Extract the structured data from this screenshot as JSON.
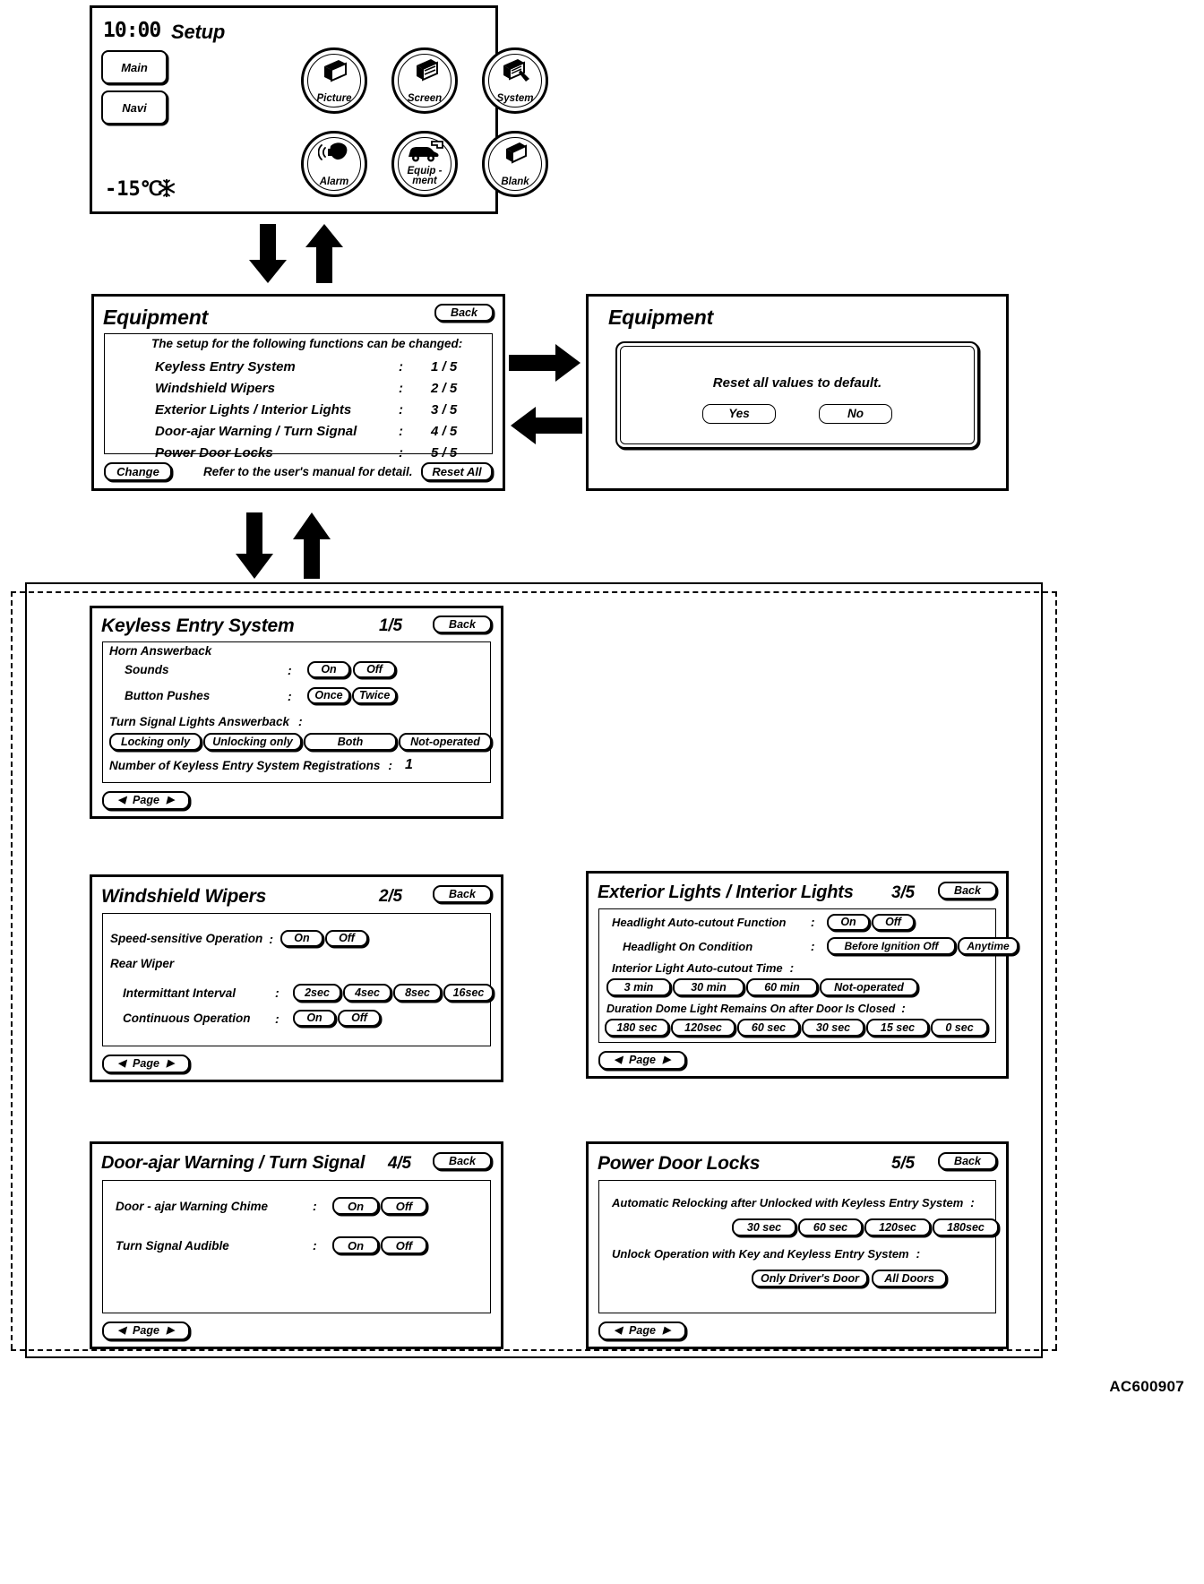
{
  "setup_screen": {
    "clock": "10:00",
    "title": "Setup",
    "side_buttons": [
      {
        "label": "Main",
        "name": "main-button"
      },
      {
        "label": "Navi",
        "name": "navi-button"
      }
    ],
    "temperature": "-15℃",
    "weather_icon": "snowflake-icon",
    "icons": [
      {
        "label": "Picture",
        "icon": "picture-icon"
      },
      {
        "label": "Screen",
        "icon": "screen-icon"
      },
      {
        "label": "System",
        "icon": "system-icon"
      },
      {
        "label": "Alarm",
        "icon": "alarm-bell-icon"
      },
      {
        "label": "Equip -\nment",
        "label_line1": "Equip -",
        "label_line2": "ment",
        "icon": "vehicle-key-icon"
      },
      {
        "label": "Blank",
        "icon": "blank-icon"
      }
    ]
  },
  "equipment_screen": {
    "title": "Equipment",
    "back_label": "Back",
    "intro": "The setup for the following functions can be  changed:",
    "rows": [
      {
        "label": "Keyless Entry System",
        "colon": ":",
        "value": "1 / 5"
      },
      {
        "label": "Windshield Wipers",
        "colon": ":",
        "value": "2 / 5"
      },
      {
        "label": "Exterior Lights / Interior Lights",
        "colon": ":",
        "value": "3 / 5"
      },
      {
        "label": "Door-ajar Warning / Turn Signal",
        "colon": ":",
        "value": "4 / 5"
      },
      {
        "label": "Power Door Locks",
        "colon": ":",
        "value": "5 / 5"
      }
    ],
    "change_label": "Change",
    "footer_note": "Refer to the user's manual for detail.",
    "reset_label": "Reset All"
  },
  "reset_dialog": {
    "title": "Equipment",
    "message": "Reset all values to default.",
    "yes_label": "Yes",
    "no_label": "No"
  },
  "page_button": {
    "prev_icon": "◀",
    "label": "Page",
    "next_icon": "▶"
  },
  "keyless_screen": {
    "title": "Keyless Entry System",
    "page": "1/5",
    "back_label": "Back",
    "group_label": "Horn Answerback",
    "rows": [
      {
        "label": "Sounds",
        "colon": ":",
        "options": [
          "On",
          "Off"
        ]
      },
      {
        "label": "Button Pushes",
        "colon": ":",
        "options": [
          "Once",
          "Twice"
        ]
      }
    ],
    "answerback_label": "Turn Signal Lights Answerback",
    "answerback_colon": ":",
    "answerback_options": [
      "Locking only",
      "Unlocking only",
      "Both",
      "Not-operated"
    ],
    "registrations_label": "Number of Keyless Entry System Registrations",
    "registrations_colon": ":",
    "registrations_value": "1"
  },
  "wipers_screen": {
    "title": "Windshield Wipers",
    "page": "2/5",
    "back_label": "Back",
    "speed_label": "Speed-sensitive Operation",
    "speed_colon": ":",
    "speed_options": [
      "On",
      "Off"
    ],
    "rear_label": "Rear Wiper",
    "rows": [
      {
        "label": "Intermittant Interval",
        "colon": ":",
        "options": [
          "2sec",
          "4sec",
          "8sec",
          "16sec"
        ]
      },
      {
        "label": "Continuous Operation",
        "colon": ":",
        "options": [
          "On",
          "Off"
        ]
      }
    ]
  },
  "lights_screen": {
    "title": "Exterior Lights / Interior Lights",
    "page": "3/5",
    "back_label": "Back",
    "headlight_auto_label": "Headlight Auto-cutout Function",
    "headlight_auto_colon": ":",
    "headlight_auto_options": [
      "On",
      "Off"
    ],
    "headlight_cond_label": "Headlight On Condition",
    "headlight_cond_colon": ":",
    "headlight_cond_options": [
      "Before Ignition Off",
      "Anytime"
    ],
    "interior_label": "Interior Light Auto-cutout Time",
    "interior_colon": ":",
    "interior_options": [
      "3 min",
      "30 min",
      "60 min",
      "Not-operated"
    ],
    "dome_label": "Duration Dome Light Remains On after Door Is  Closed",
    "dome_colon": ":",
    "dome_options": [
      "180 sec",
      "120sec",
      "60 sec",
      "30 sec",
      "15 sec",
      "0 sec"
    ]
  },
  "doorajar_screen": {
    "title": "Door-ajar Warning / Turn Signal",
    "page": "4/5",
    "back_label": "Back",
    "rows": [
      {
        "label": "Door - ajar Warning Chime",
        "colon": ":",
        "options": [
          "On",
          "Off"
        ]
      },
      {
        "label": "Turn Signal Audible",
        "colon": ":",
        "options": [
          "On",
          "Off"
        ]
      }
    ]
  },
  "doorlocks_screen": {
    "title": "Power Door Locks",
    "page": "5/5",
    "back_label": "Back",
    "relock_label": "Automatic Relocking after Unlocked with Keyless Entry System",
    "relock_colon": ":",
    "relock_options": [
      "30 sec",
      "60 sec",
      "120sec",
      "180sec"
    ],
    "unlock_label": "Unlock Operation with Key and Keyless Entry System",
    "unlock_colon": ":",
    "unlock_options": [
      "Only Driver's Door",
      "All Doors"
    ]
  },
  "figure_code": "AC600907"
}
